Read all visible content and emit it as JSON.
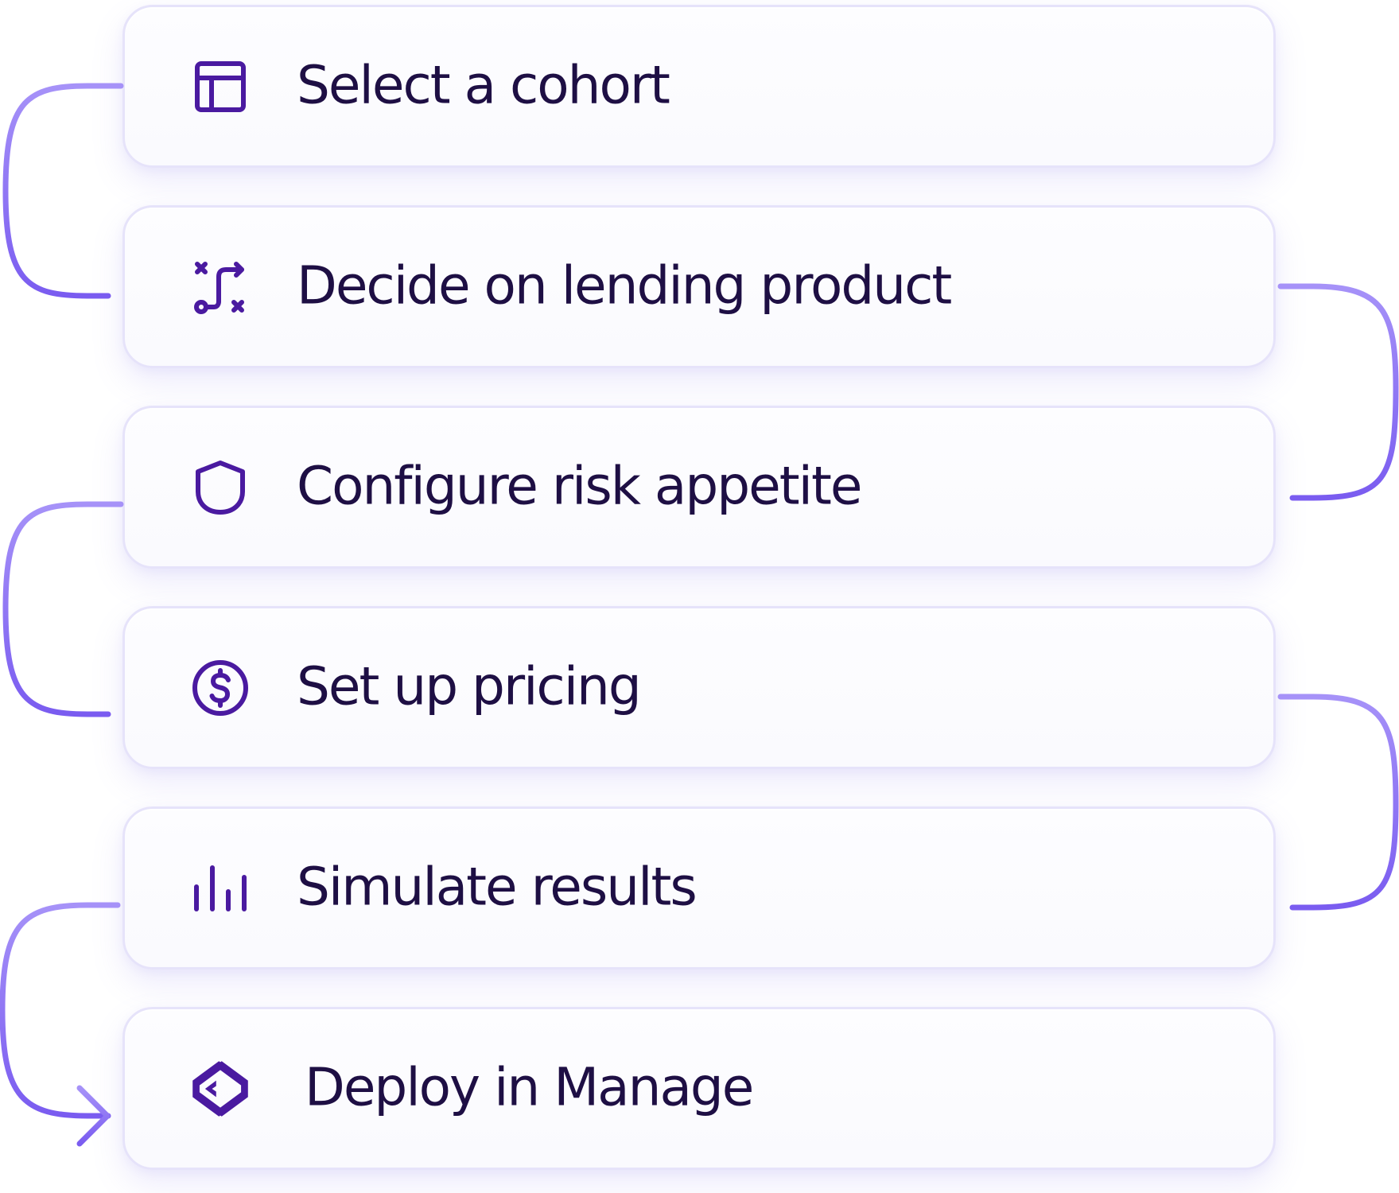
{
  "steps": [
    {
      "label": "Select a cohort",
      "icon": "table-icon"
    },
    {
      "label": "Decide on lending product",
      "icon": "route-icon"
    },
    {
      "label": "Configure risk appetite",
      "icon": "shield-icon"
    },
    {
      "label": "Set up pricing",
      "icon": "dollar-circle-icon"
    },
    {
      "label": "Simulate results",
      "icon": "bar-chart-icon"
    },
    {
      "label": "Deploy in Manage",
      "icon": "manage-logo-icon"
    }
  ],
  "colors": {
    "icon": "#4a1aa0",
    "text": "#1e0f44",
    "connector_light": "#a08bf7",
    "connector_dark": "#7a5cf0",
    "card_border": "#e6e3fa"
  }
}
